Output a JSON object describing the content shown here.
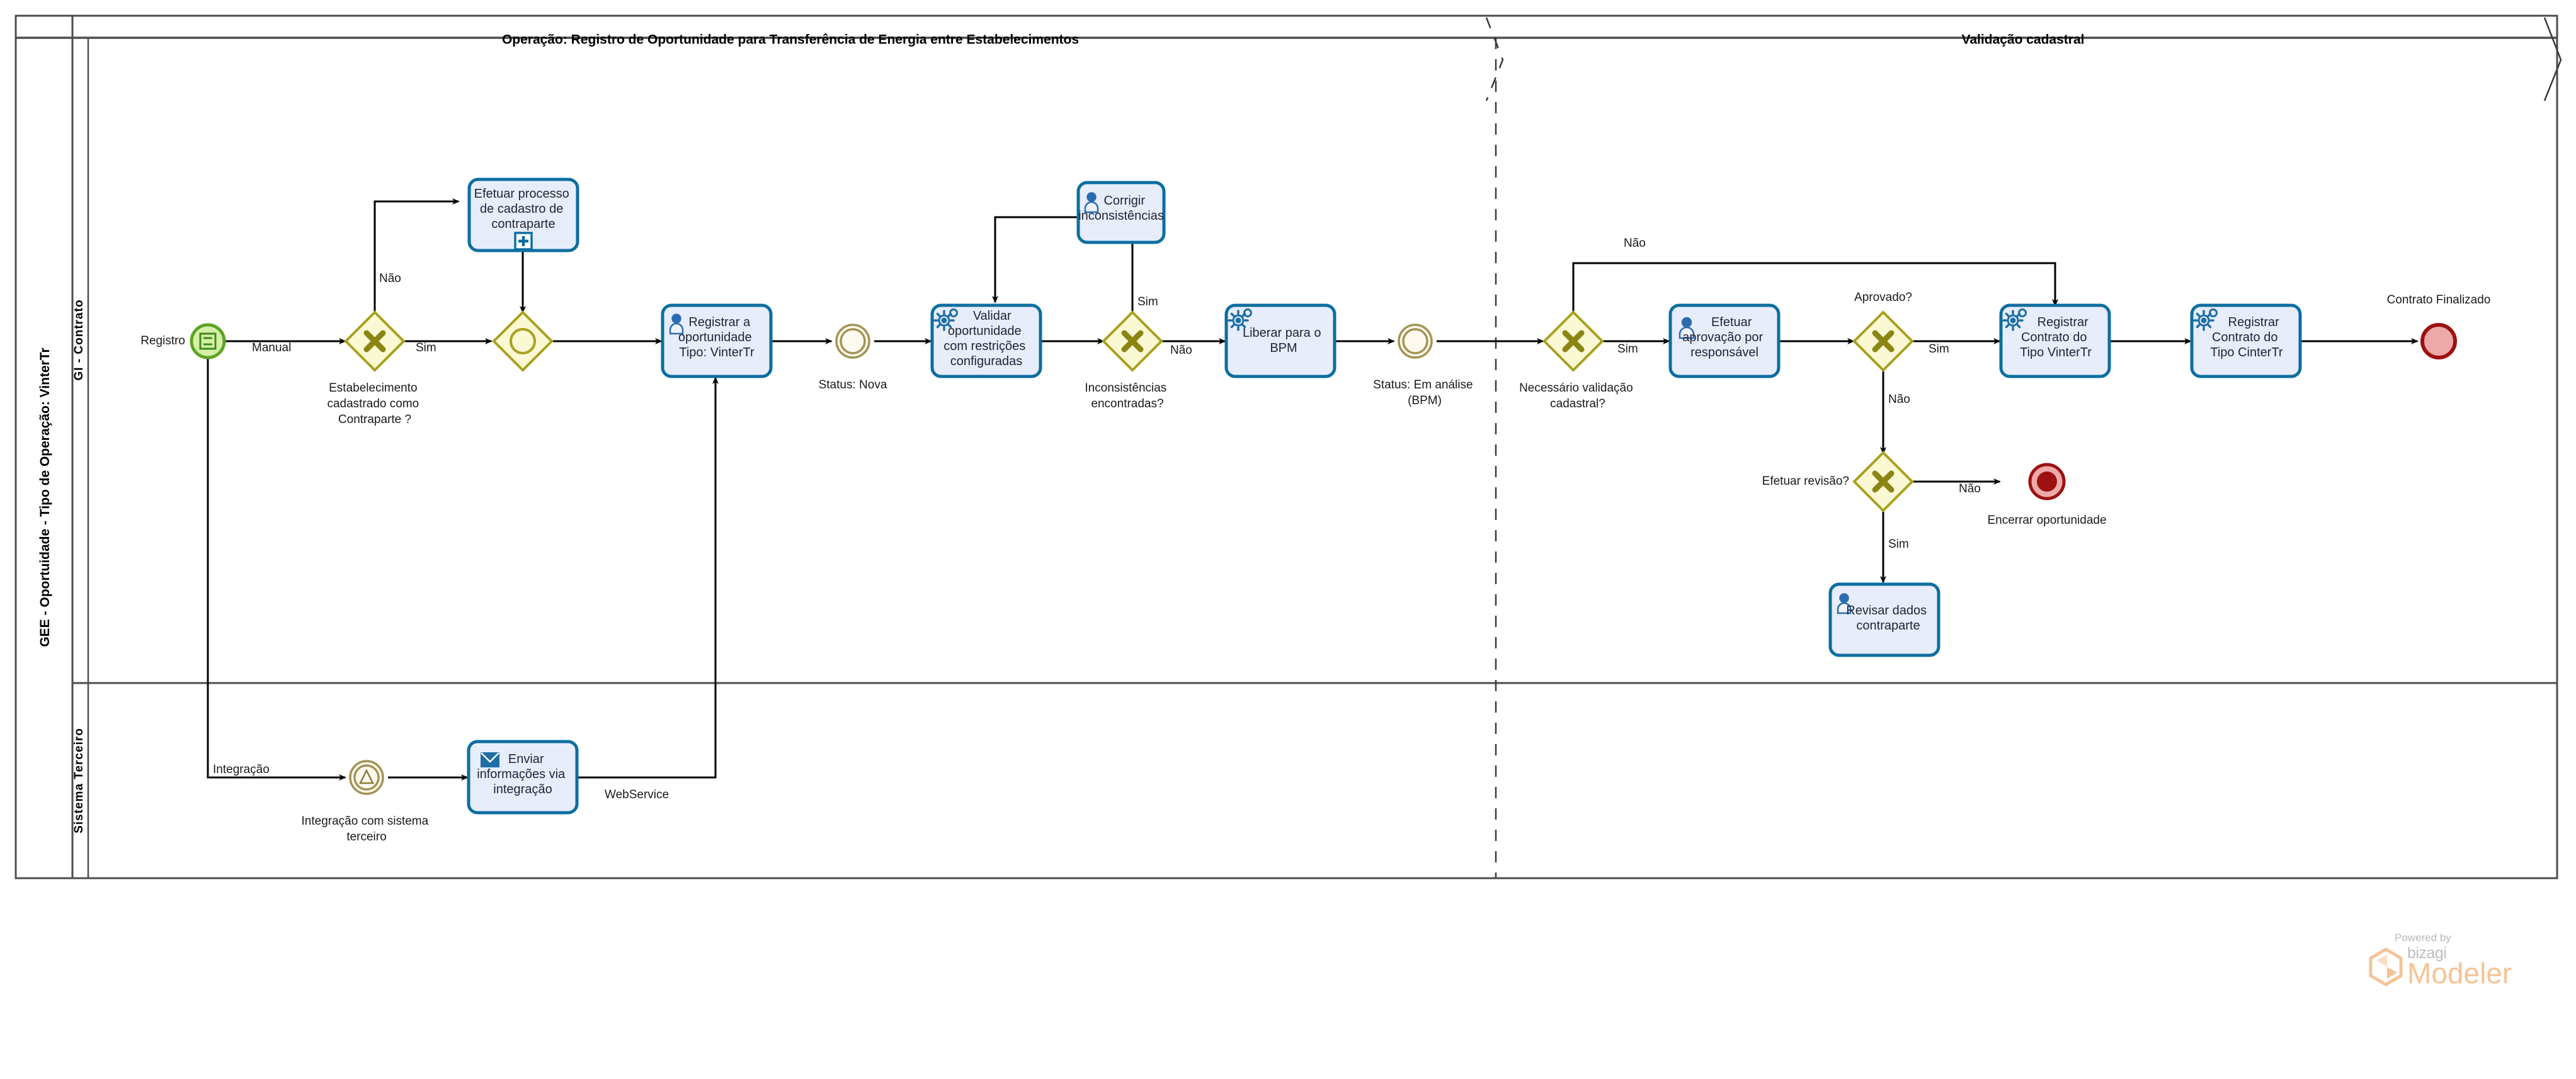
{
  "pool": {
    "title": "GEE - Oportuidade - Tipo de Operação: VinterTr",
    "lanes": [
      {
        "id": "lane-gi-contrato",
        "label": "GI - Contrato"
      },
      {
        "id": "lane-sistema-terceiro",
        "label": "Sistema Terceiro"
      }
    ]
  },
  "phases": [
    {
      "id": "phase-operacao",
      "label": "Operação: Registro de Oportunidade para Transferência de Energia entre Estabelecimentos"
    },
    {
      "id": "phase-validacao",
      "label": "Validação cadastral"
    }
  ],
  "events": {
    "start_registro": {
      "label": "Registro",
      "type": "start-message-form"
    },
    "status_nova": {
      "label": "Status: Nova",
      "type": "intermediate"
    },
    "status_em_analise": {
      "label": "Status: Em análise\n(BPM)",
      "line1": "Status: Em análise",
      "line2": "(BPM)",
      "type": "intermediate"
    },
    "integracao_sistema": {
      "line1": "Integração com sistema",
      "line2": "terceiro",
      "type": "intermediate-signal"
    },
    "contrato_finalizado": {
      "label": "Contrato Finalizado",
      "type": "end"
    },
    "encerrar_oportunidade": {
      "label": "Encerrar oportunidade",
      "type": "terminate"
    }
  },
  "tasks": {
    "efetuar_cadastro": {
      "lines": [
        "Efetuar processo",
        "de cadastro de",
        "contraparte"
      ],
      "type": "subprocess"
    },
    "registrar_oportunidade": {
      "lines": [
        "Registrar a",
        "oportunidade",
        "Tipo: VinterTr"
      ],
      "type": "user"
    },
    "validar_oportunidade": {
      "lines": [
        "Validar",
        "oportunidade",
        "com restrições",
        "configuradas"
      ],
      "type": "service"
    },
    "corrigir_inconsistencias": {
      "lines": [
        "Corrigir",
        "inconsistências"
      ],
      "type": "user"
    },
    "liberar_bpm": {
      "lines": [
        "Liberar para o",
        "BPM"
      ],
      "type": "service"
    },
    "efetuar_aprovacao": {
      "lines": [
        "Efetuar",
        "aprovação por",
        "responsável"
      ],
      "type": "user"
    },
    "registrar_contrato_vintertr": {
      "lines": [
        "Registrar",
        "Contrato do",
        "Tipo VinterTr"
      ],
      "type": "service"
    },
    "registrar_contrato_cintertr": {
      "lines": [
        "Registrar",
        "Contrato do",
        "Tipo CinterTr"
      ],
      "type": "service"
    },
    "revisar_dados": {
      "lines": [
        "Revisar dados",
        "contraparte"
      ],
      "type": "user"
    },
    "enviar_informacoes": {
      "lines": [
        "Enviar",
        "informações via",
        "integração"
      ],
      "type": "send-message"
    }
  },
  "gateways": {
    "estabelecimento_cadastrado": {
      "lines": [
        "Estabelecimento",
        "cadastrado como",
        "Contraparte ?"
      ],
      "type": "exclusive"
    },
    "merge_inclusive": {
      "lines": [],
      "type": "inclusive"
    },
    "inconsistencias": {
      "lines": [
        "Inconsistências",
        "encontradas?"
      ],
      "type": "exclusive"
    },
    "necessario_validacao": {
      "lines": [
        "Necessário validação",
        "cadastral?"
      ],
      "type": "exclusive"
    },
    "aprovado": {
      "lines": [
        "Aprovado?"
      ],
      "type": "exclusive"
    },
    "efetuar_revisao": {
      "lines": [
        "Efetuar revisão?"
      ],
      "type": "exclusive"
    }
  },
  "flow_labels": {
    "manual": "Manual",
    "nao_1": "Não",
    "sim_1": "Sim",
    "sim_inconsist": "Sim",
    "nao_inconsist": "Não",
    "nao_validacao": "Não",
    "sim_validacao": "Sim",
    "nao_aprovado": "Não",
    "sim_aprovado": "Sim",
    "nao_revisao": "Não",
    "sim_revisao": "Sim",
    "integracao": "Integração",
    "webservice": "WebService"
  },
  "branding": {
    "powered_by": "Powered by",
    "bizagi": "bizagi",
    "modeler": "Modeler"
  },
  "colors": {
    "task_fill": "#e8edfb",
    "task_stroke": "#0d6ea0",
    "gateway_fill": "#fbf8d4",
    "gateway_stroke": "#a8a11e",
    "start_fill": "#d6f0a8",
    "start_stroke": "#5ba524",
    "end_fill": "#eda9a9",
    "end_stroke": "#9d1111",
    "intermediate_fill": "#fdf9ef",
    "intermediate_stroke": "#a39353",
    "pool_stroke": "#4d4d4d",
    "flow_stroke": "#000000",
    "brand_orange": "#f5c496"
  }
}
